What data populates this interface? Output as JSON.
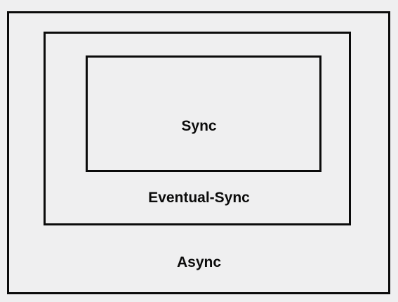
{
  "diagram": {
    "layers": [
      {
        "label": "Async"
      },
      {
        "label": "Eventual-Sync"
      },
      {
        "label": "Sync"
      }
    ]
  }
}
